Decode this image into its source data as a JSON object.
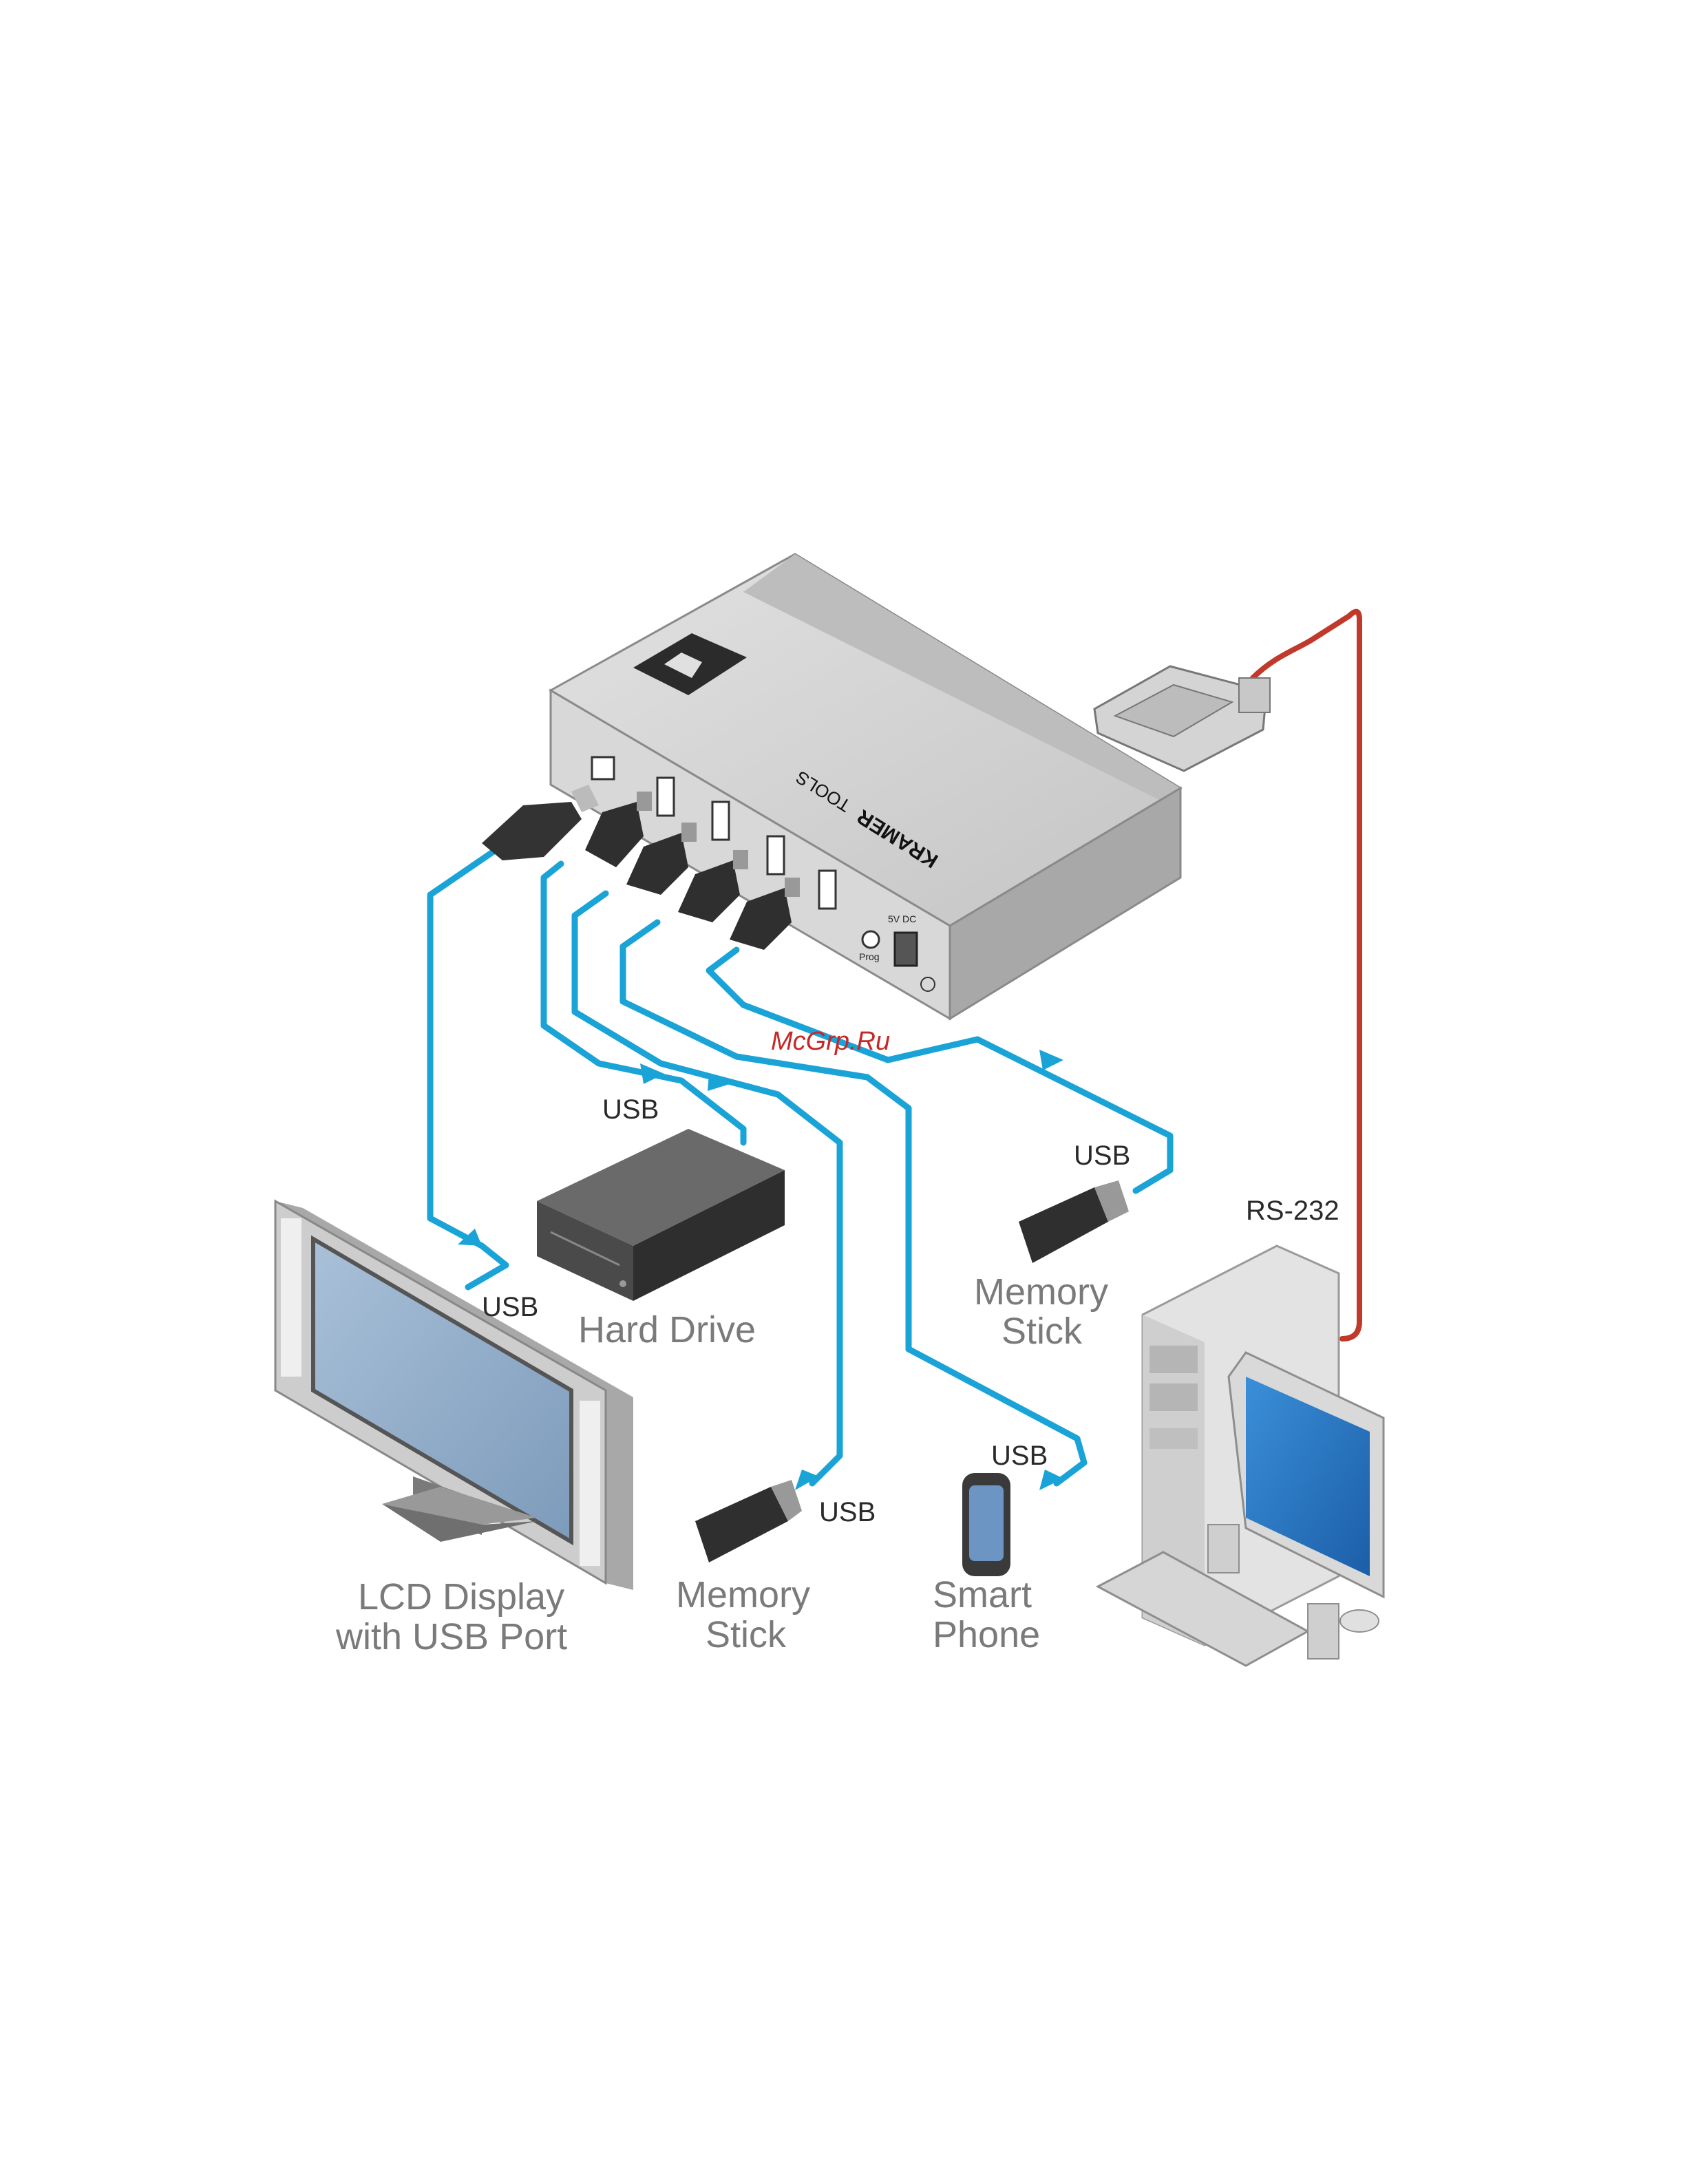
{
  "labels": {
    "lcd": [
      "LCD Display",
      "with USB Port"
    ],
    "hard_drive": "Hard Drive",
    "memory_stick_left": [
      "Memory",
      "Stick"
    ],
    "memory_stick_right": [
      "Memory",
      "Stick"
    ],
    "smart_phone": [
      "Smart",
      "Phone"
    ],
    "rs232": "RS-232",
    "usb": "USB"
  },
  "device": {
    "brand": "KRAMER",
    "brand_sub": "TOOLS",
    "power_label": "5V DC",
    "prog_label": "Prog"
  },
  "watermark": "McGrp.Ru",
  "colors": {
    "usb_cable": "#1aa3d6",
    "rs232_cable": "#c0392b",
    "device_body": "#cfcfcf"
  }
}
